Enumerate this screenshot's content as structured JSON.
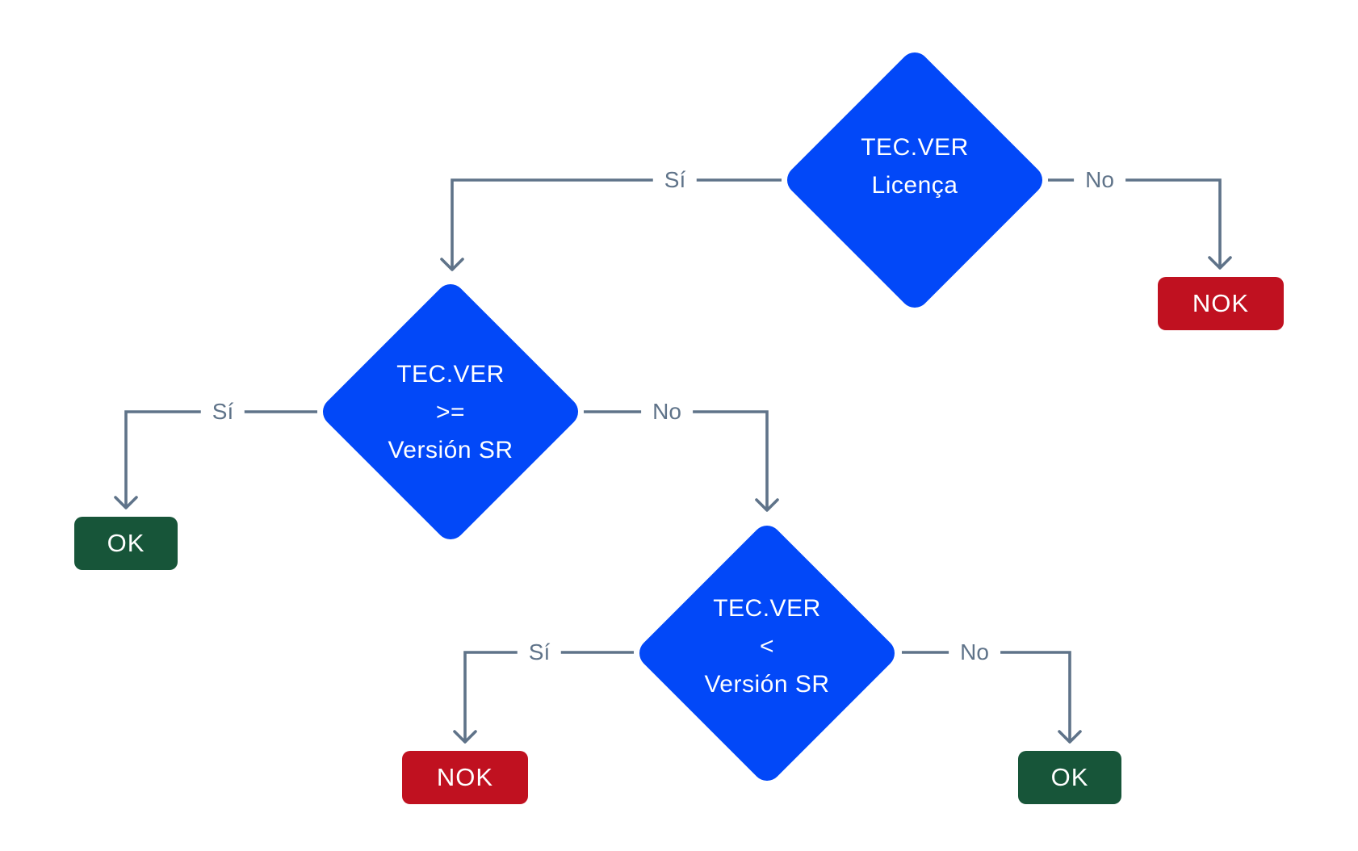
{
  "diagram": {
    "type": "flowchart-decision-tree",
    "background": "#ffffff",
    "colors": {
      "decision_fill": "#0248f8",
      "ok_fill": "#175539",
      "nok_fill": "#c01120",
      "connector": "#5f7389",
      "node_text": "#ffffff",
      "edge_label_text": "#5f7389"
    },
    "nodes": {
      "d1": {
        "lines": [
          "TEC.VER",
          "Licença"
        ]
      },
      "d2": {
        "lines": [
          "TEC.VER",
          ">=",
          "Versión SR"
        ]
      },
      "d3": {
        "lines": [
          "TEC.VER",
          "<",
          "Versión SR"
        ]
      },
      "nok_top": {
        "label": "NOK"
      },
      "ok_left": {
        "label": "OK"
      },
      "nok_bottom": {
        "label": "NOK"
      },
      "ok_bottom": {
        "label": "OK"
      }
    },
    "edges": {
      "d1_yes": {
        "label": "Sí",
        "from": "d1",
        "to": "d2"
      },
      "d1_no": {
        "label": "No",
        "from": "d1",
        "to": "nok_top"
      },
      "d2_yes": {
        "label": "Sí",
        "from": "d2",
        "to": "ok_left"
      },
      "d2_no": {
        "label": "No",
        "from": "d2",
        "to": "d3"
      },
      "d3_yes": {
        "label": "Sí",
        "from": "d3",
        "to": "nok_bottom"
      },
      "d3_no": {
        "label": "No",
        "from": "d3",
        "to": "ok_bottom"
      }
    }
  }
}
